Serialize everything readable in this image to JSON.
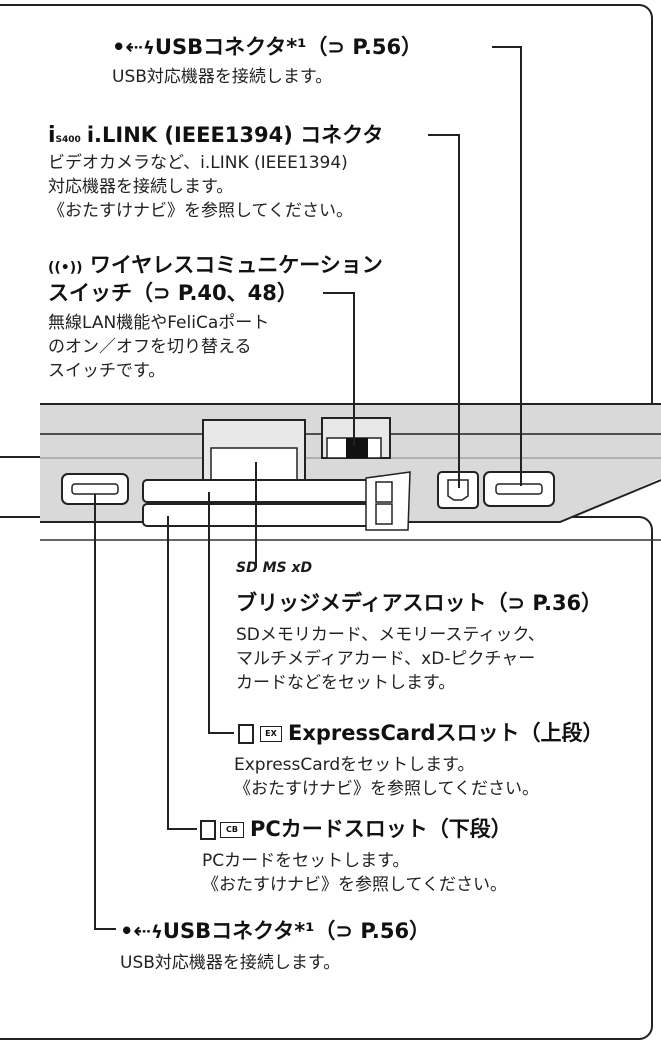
{
  "top_section": {
    "usb": {
      "title": "USBコネクタ*¹（⊃ P.56）",
      "desc": "USB対応機器を接続します。"
    },
    "ilink": {
      "title": "i.LINK (IEEE1394) コネクタ",
      "desc1": "ビデオカメラなど、i.LINK (IEEE1394)",
      "desc2": "対応機器を接続します。",
      "desc3": "《おたすけナビ》を参照してください。"
    },
    "wireless": {
      "title1": "ワイヤレスコミュニケーション",
      "title2": "スイッチ（⊃ P.40、48）",
      "desc1": "無線LAN機能やFeliCaポート",
      "desc2": "のオン／オフを切り替える",
      "desc3": "スイッチです。"
    }
  },
  "bottom_section": {
    "bridge": {
      "title": "ブリッジメディアスロット（⊃ P.36）",
      "desc1": "SDメモリカード、メモリースティック、",
      "desc2": "マルチメディアカード、xD-ピクチャー",
      "desc3": "カードなどをセットします。",
      "logos": "SD  MS  xD"
    },
    "expresscard": {
      "title": "ExpressCardスロット（上段）",
      "desc1": "ExpressCardをセットします。",
      "desc2": "《おたすけナビ》を参照してください。"
    },
    "pccard": {
      "title": "PCカードスロット（下段）",
      "desc1": "PCカードをセットします。",
      "desc2": "《おたすけナビ》を参照してください。"
    },
    "usb2": {
      "title": "USBコネクタ*¹（⊃ P.56）",
      "desc": "USB対応機器を接続します。"
    }
  }
}
